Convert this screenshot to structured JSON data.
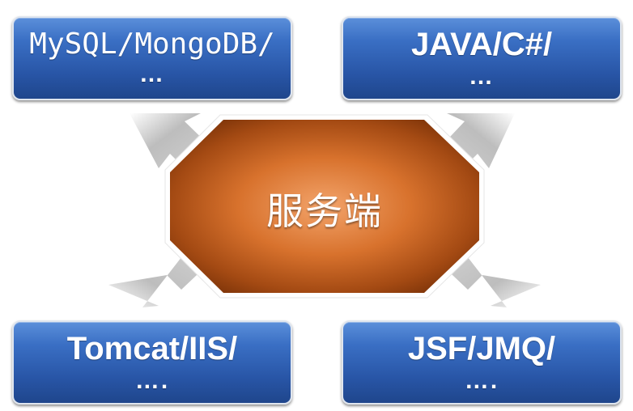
{
  "diagram": {
    "center": {
      "label": "服务端"
    },
    "boxes": {
      "top_left": {
        "line1": "MySQL/MongoDB/",
        "line2": "…"
      },
      "top_right": {
        "line1": "JAVA/C#/",
        "line2": "…"
      },
      "bottom_left": {
        "line1": "Tomcat/IIS/",
        "line2": "…."
      },
      "bottom_right": {
        "line1": "JSF/JMQ/",
        "line2": "…."
      }
    }
  },
  "colors": {
    "box_top": "#5b8fda",
    "box_bottom": "#1f468c",
    "center_inner": "#f3a46b",
    "center_outer": "#7a3208",
    "arrow": "#c9c9c9"
  }
}
